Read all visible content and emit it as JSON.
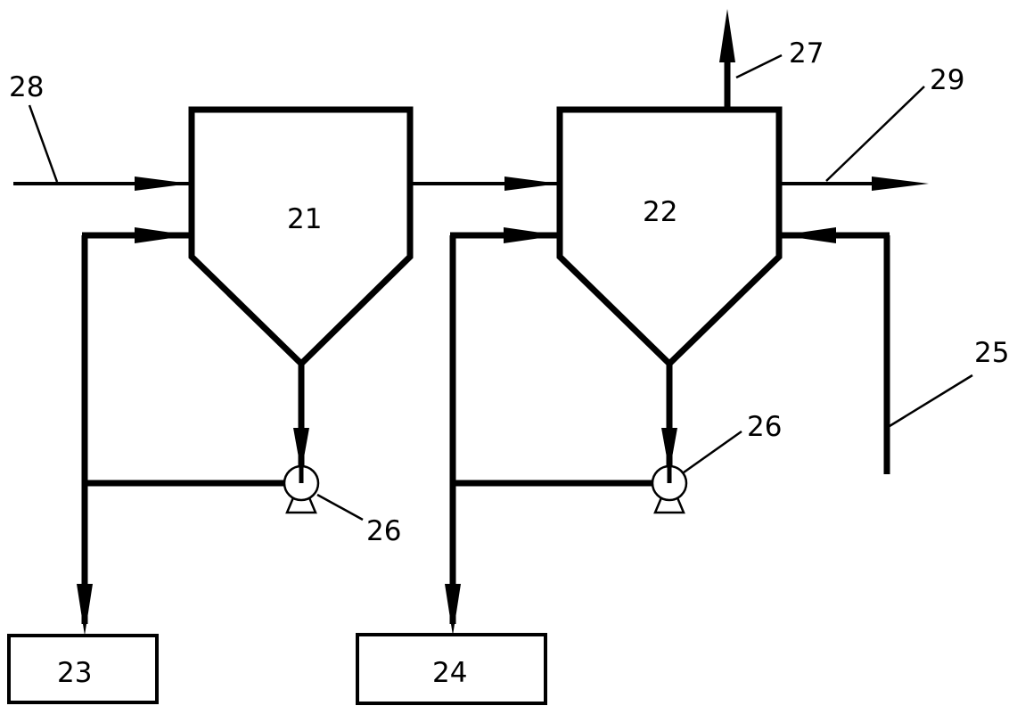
{
  "labels": {
    "tank_a": "21",
    "tank_b": "22",
    "box_a": "23",
    "box_b": "24",
    "line_right": "25",
    "pump_a": "26",
    "pump_b": "26",
    "top_outlet": "27",
    "inlet_left": "28",
    "outlet_right": "29"
  }
}
